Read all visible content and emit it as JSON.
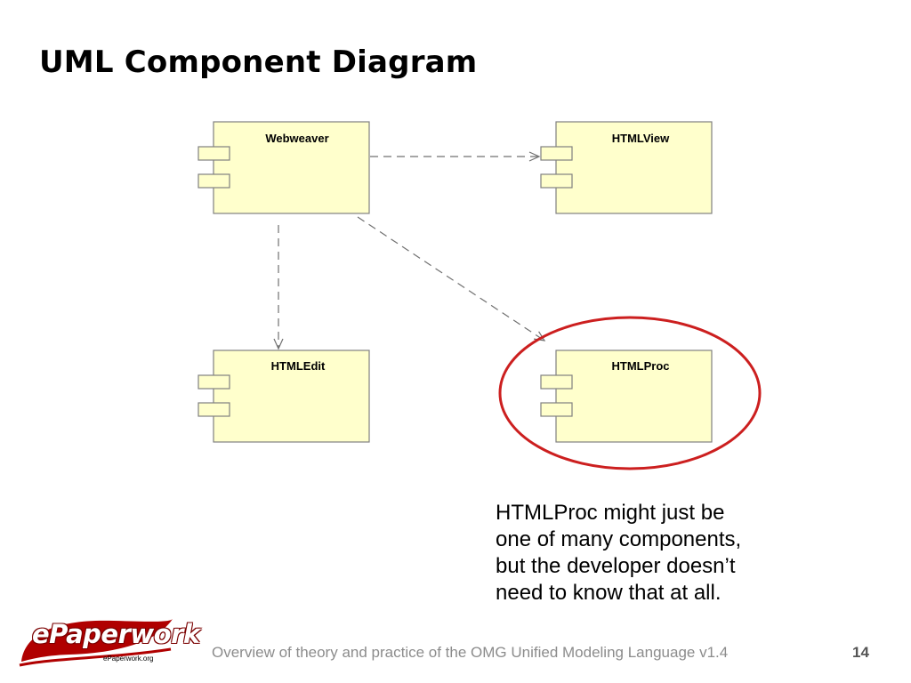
{
  "slide": {
    "title": "UML Component Diagram",
    "footer": "Overview of theory and practice of the OMG Unified Modeling Language v1.4",
    "page_number": "14"
  },
  "diagram": {
    "components": [
      {
        "id": "webweaver",
        "label": "Webweaver"
      },
      {
        "id": "htmlview",
        "label": "HTMLView"
      },
      {
        "id": "htmledit",
        "label": "HTMLEdit"
      },
      {
        "id": "htmlproc",
        "label": "HTMLProc",
        "highlighted": true
      }
    ],
    "dependencies": [
      {
        "from": "webweaver",
        "to": "htmlview",
        "style": "dashed"
      },
      {
        "from": "webweaver",
        "to": "htmledit",
        "style": "dashed"
      },
      {
        "from": "webweaver",
        "to": "htmlproc",
        "style": "dashed"
      }
    ],
    "colors": {
      "component_fill": "#ffffcc",
      "component_border": "#808080",
      "dependency_line": "#707070",
      "highlight": "#cc1f1f"
    }
  },
  "note": {
    "lines": [
      "HTMLProc might just be",
      "one of many components,",
      "but the developer doesn’t",
      "need to know that at all."
    ]
  },
  "logo": {
    "wordmark": "ePaperwork",
    "url": "ePaperwork.org",
    "colors": {
      "primary": "#b00000"
    }
  }
}
